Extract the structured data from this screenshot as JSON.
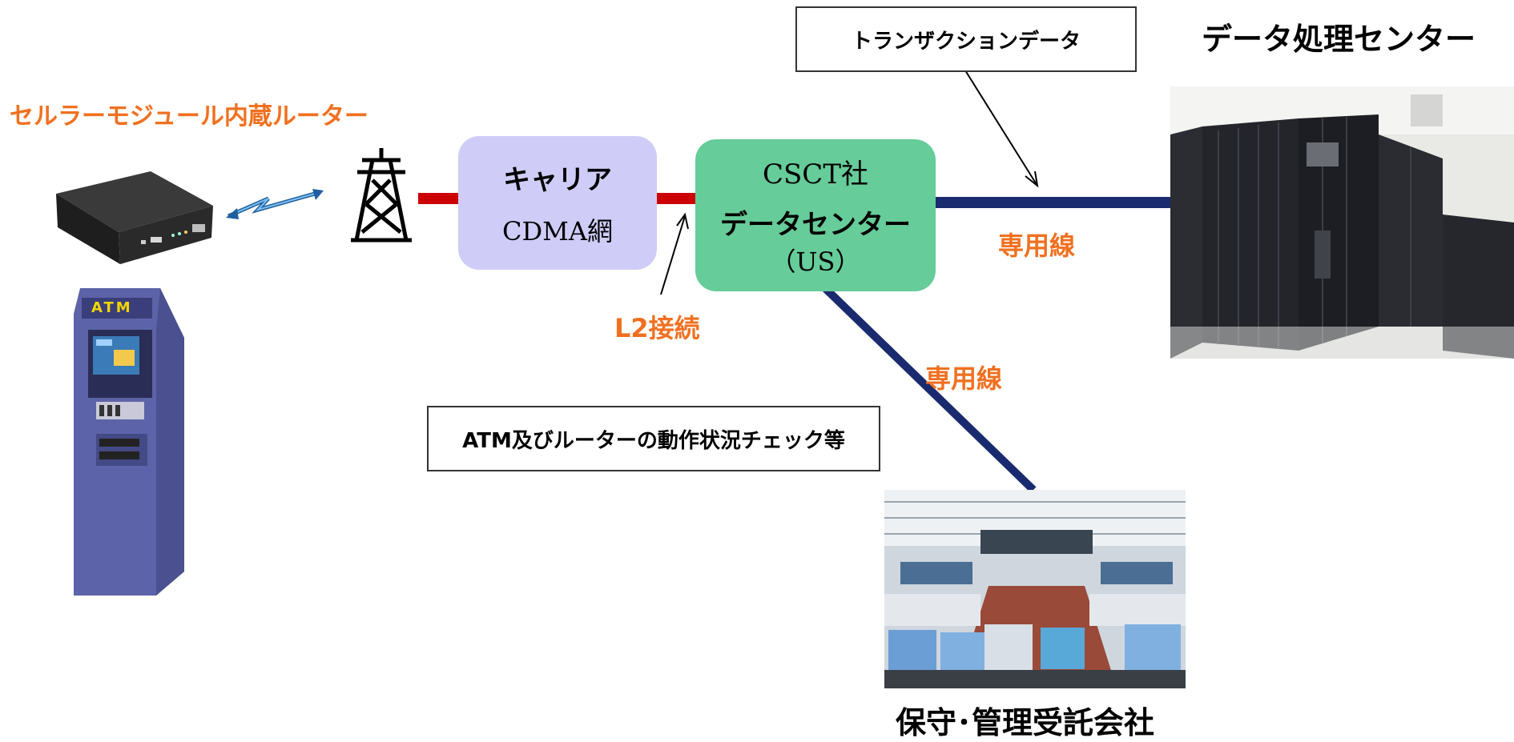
{
  "labels": {
    "router_title": "セルラーモジュール内蔵ルーター",
    "datacenter_title": "データ処理センター",
    "maintenance_title": "保守･管理受託会社",
    "l2": "L2接続",
    "leased_line_1": "専用線",
    "leased_line_2": "専用線"
  },
  "nodes": {
    "carrier": {
      "line1": "キャリア",
      "line2": "CDMA網"
    },
    "csct": {
      "line1": "CSCT社",
      "line2": "データセンター",
      "line3": "（US）"
    }
  },
  "callouts": {
    "transaction": "トランザクションデータ",
    "status_check": "ATM及びルーターの動作状況チェック等"
  },
  "atm_screen_label": "ATM",
  "colors": {
    "orange": "#f07020",
    "carrier_box": "#cfcdf7",
    "csct_box": "#66cc99",
    "red_link": "#cc0000",
    "navy_link": "#1a2a6e"
  }
}
